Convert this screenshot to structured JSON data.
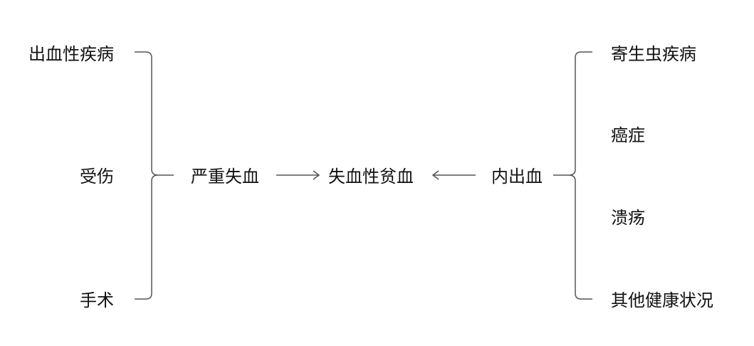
{
  "diagram": {
    "left_causes": [
      "出血性疾病",
      "受伤",
      "手术"
    ],
    "middle_cause": "严重失血",
    "center_result": "失血性贫血",
    "right_cause": "内出血",
    "right_causes": [
      "寄生虫疾病",
      "癌症",
      "溃疡",
      "其他健康状况"
    ],
    "colors": {
      "text": "#111111",
      "line": "#555555",
      "background": "#ffffff"
    }
  }
}
